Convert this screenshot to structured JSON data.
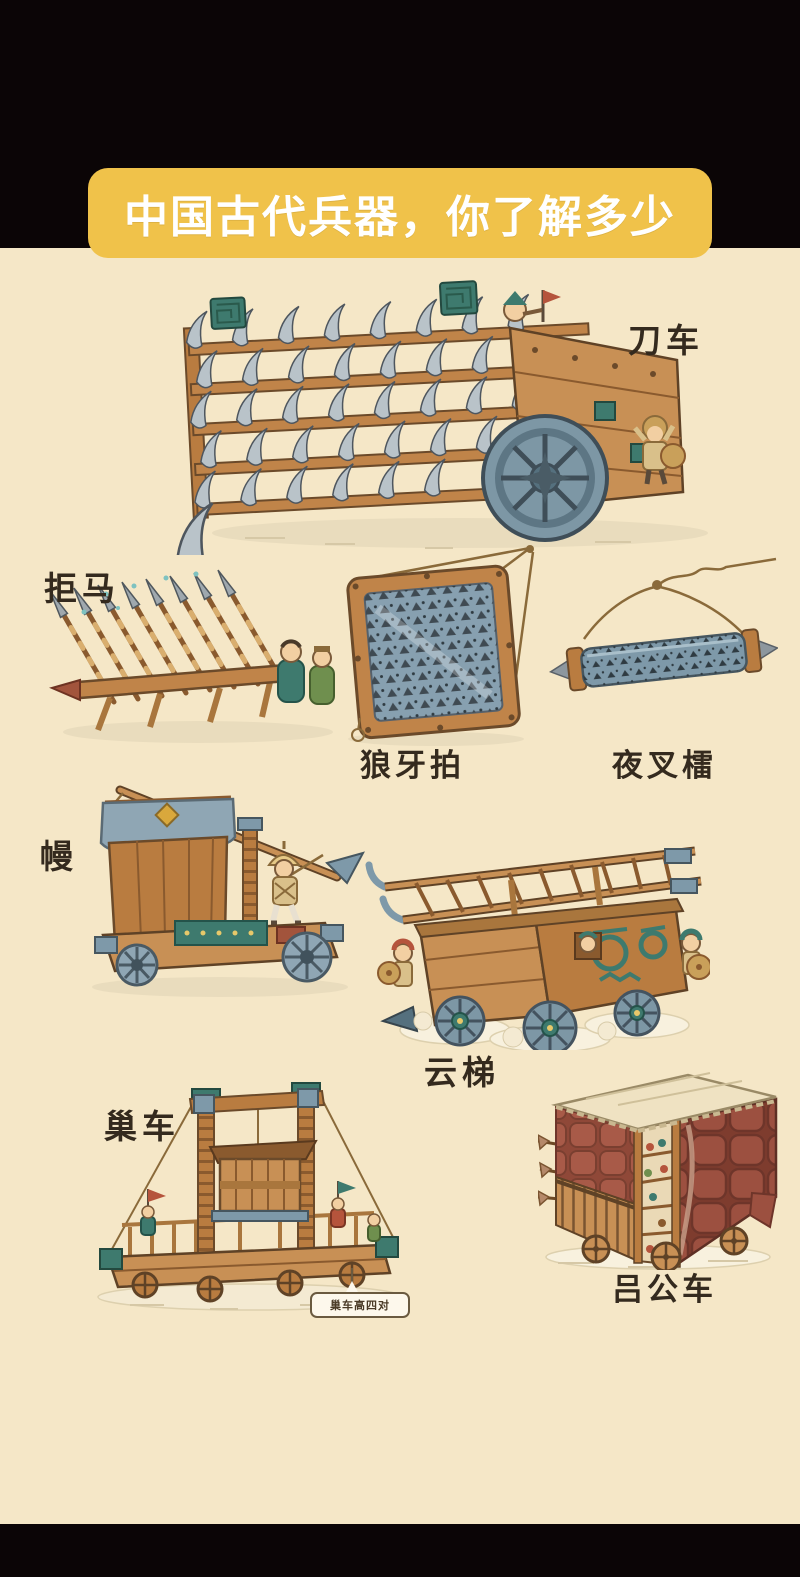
{
  "poster": {
    "title": "中国古代兵器，你了解多少",
    "colors": {
      "border": "#0b0506",
      "background": "#f5e7c7",
      "banner_bg": "#f0c24a",
      "banner_text": "#ffffff",
      "label_text": "#342a1e",
      "wood_light": "#c89055",
      "wood_dark": "#6b4a2a",
      "metal_blue": "#7e99a9",
      "blade_grey": "#b9c3c9",
      "teal_green": "#3e7a6e",
      "quilt_red": "#a85a48",
      "cloud_white": "#f8f1de"
    }
  },
  "weapons": [
    {
      "id": "daoche",
      "label": "刀车"
    },
    {
      "id": "juma",
      "label": "拒马"
    },
    {
      "id": "langyapai",
      "label": "狼牙拍"
    },
    {
      "id": "yechalei",
      "label": "夜叉檑"
    },
    {
      "id": "man",
      "label": "幔"
    },
    {
      "id": "yunti",
      "label": "云梯"
    },
    {
      "id": "chaoche",
      "label": "巢车",
      "annotation": "巢车高四对"
    },
    {
      "id": "lvgongche",
      "label": "吕公车"
    }
  ]
}
